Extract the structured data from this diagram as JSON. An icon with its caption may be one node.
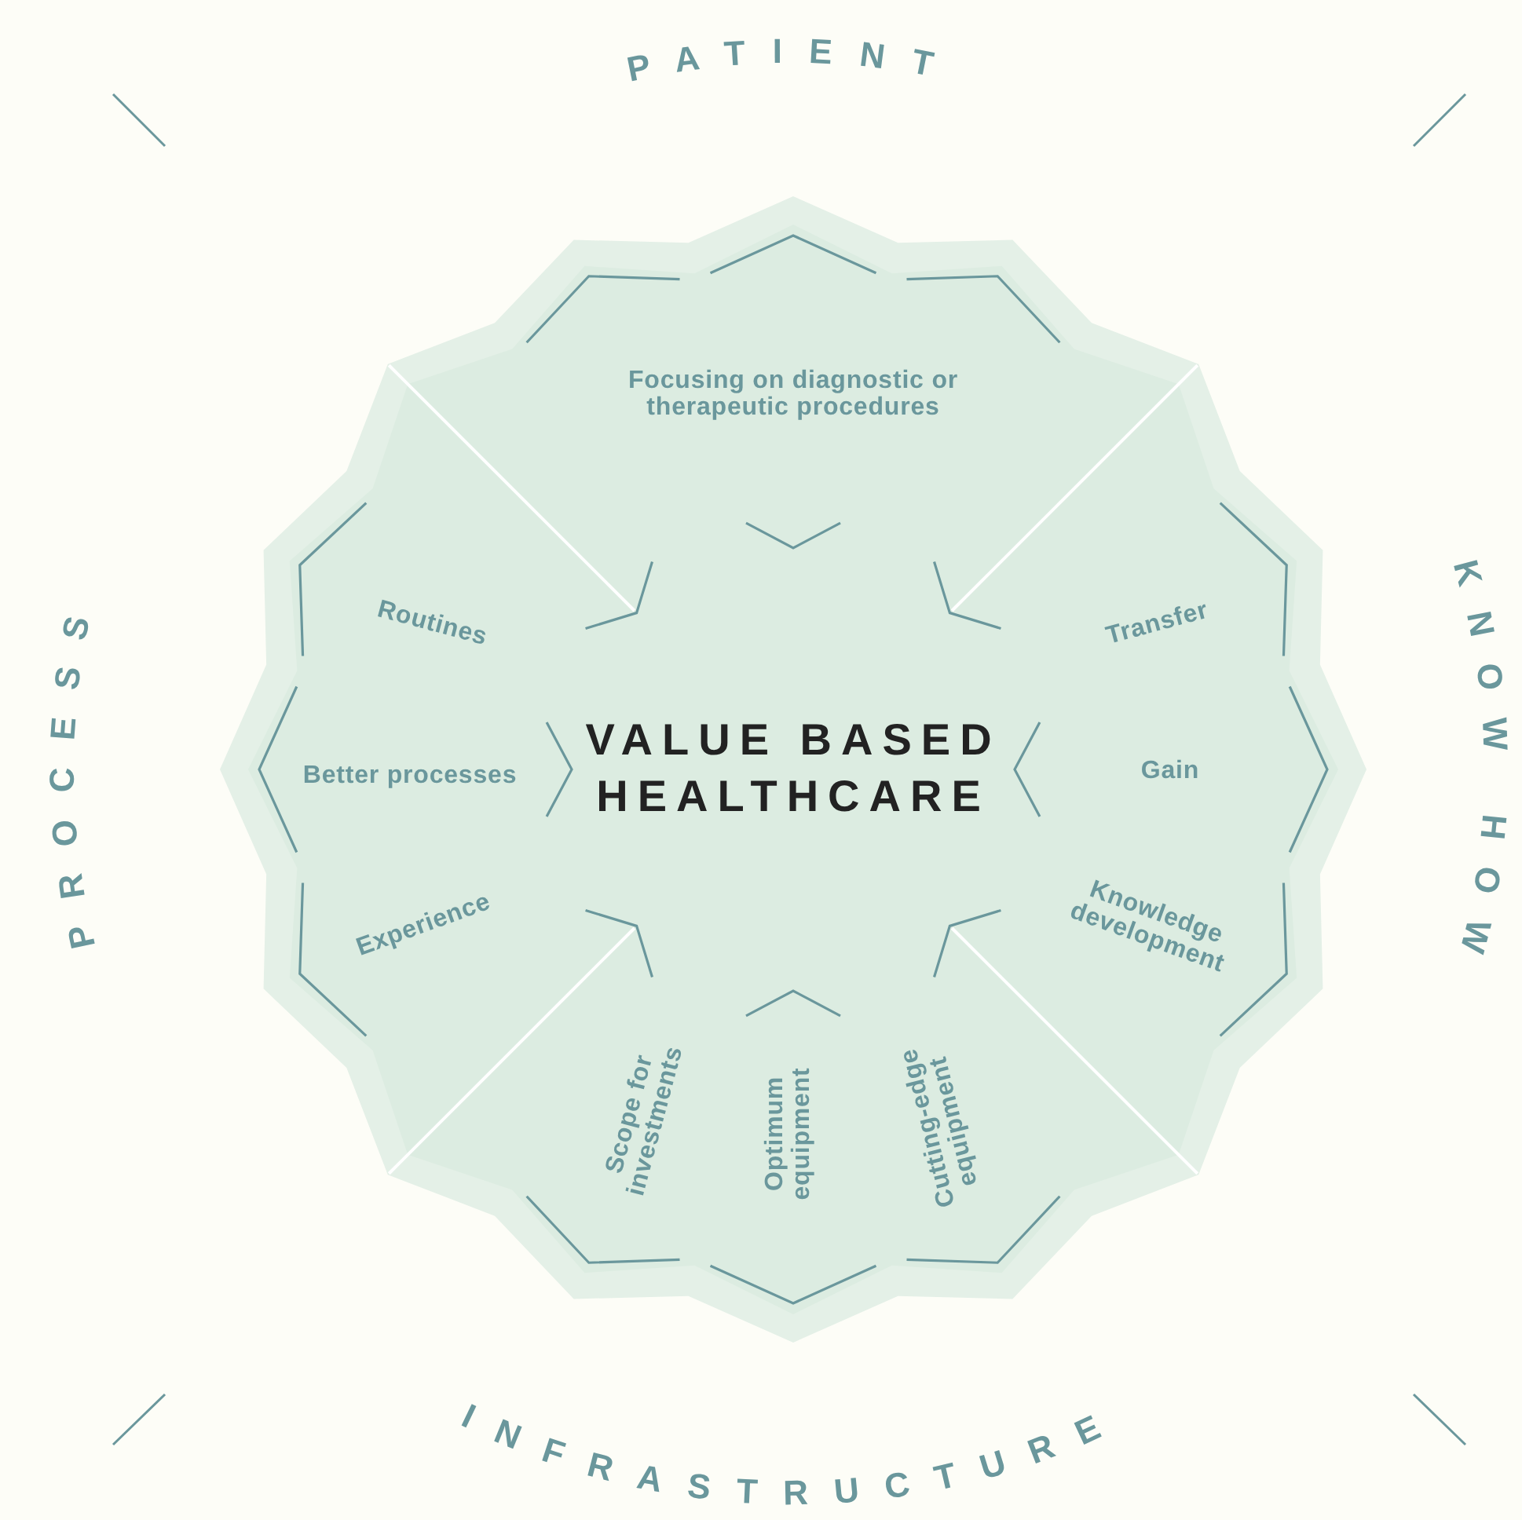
{
  "diagram": {
    "nodes": [
      {
        "text": [
          "VALUE BASED HEALTHCARE"
        ]
      }
    ],
    "labels": [
      "PATIENT",
      "PROCESS",
      "KNOW HOW",
      "Focusing on diagnostic or therapeutic procedures",
      "Routines",
      "Transfer",
      "Better processes",
      "Gain",
      "Experience",
      "Knowledge development",
      "Scope for investments",
      "Optimum equipment",
      "Cutting-edge equipment",
      "INFRASTRUCTURE"
    ]
  }
}
